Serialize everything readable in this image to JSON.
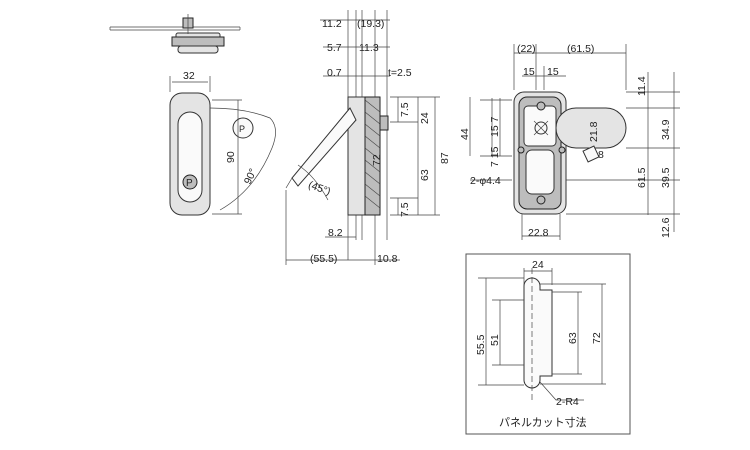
{
  "labels": {
    "key_symbol": "P",
    "panel_cutout": "パネルカット寸法"
  },
  "dims": {
    "d32": "32",
    "d90": "90",
    "d90deg": "90°",
    "d11_2": "11.2",
    "d19_3": "(19.3)",
    "d5_7": "5.7",
    "d11_3": "11.3",
    "d0_7": "0.7",
    "dt2_5": "t=2.5",
    "d7_5": "7.5",
    "d24": "24",
    "d72": "72",
    "d63": "63",
    "d87": "87",
    "d45deg": "(45°)",
    "d8_2": "8.2",
    "d55_5_paren": "(55.5)",
    "d55_5": "55.5",
    "d10_8": "10.8",
    "d22_paren": "(22)",
    "d61_5_paren": "(61.5)",
    "d61_5": "61.5",
    "d15": "15",
    "d15_7_text": "15 7",
    "d7_15_text": "7 15",
    "d44": "44",
    "d21_8": "21.8",
    "d8": "8",
    "d11_4": "11.4",
    "d34_9": "34.9",
    "d39_5": "39.5",
    "d12_6": "12.6",
    "d22_8": "22.8",
    "d51": "51",
    "r4": "2-R4",
    "holes": "2-φ4.4"
  }
}
